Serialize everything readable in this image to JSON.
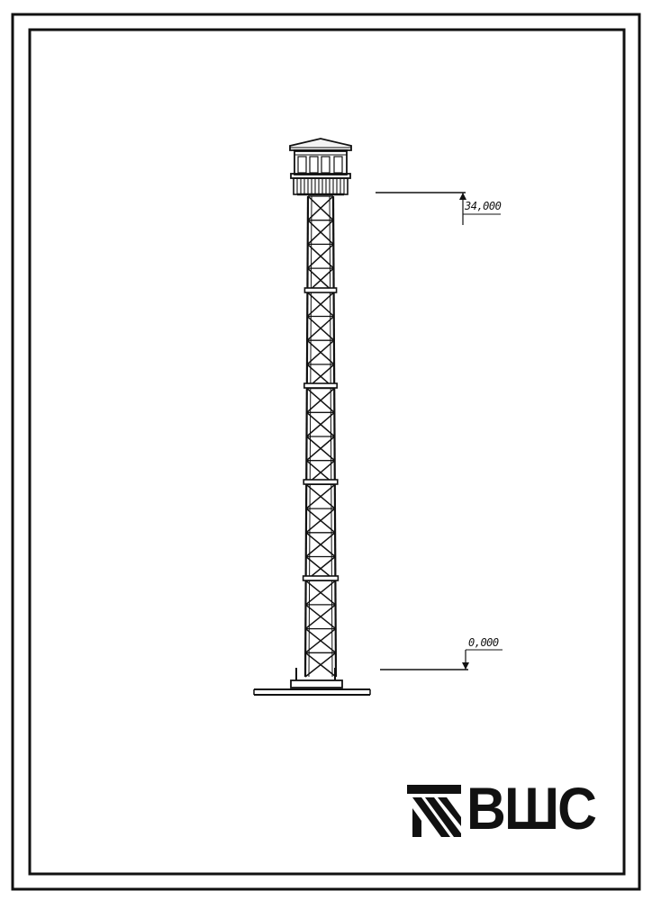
{
  "drawing": {
    "elevation_top": "34,000",
    "elevation_bottom": "0,000"
  },
  "logo": {
    "text": "ВШС"
  },
  "colors": {
    "ink": "#111111",
    "paper": "#ffffff"
  }
}
